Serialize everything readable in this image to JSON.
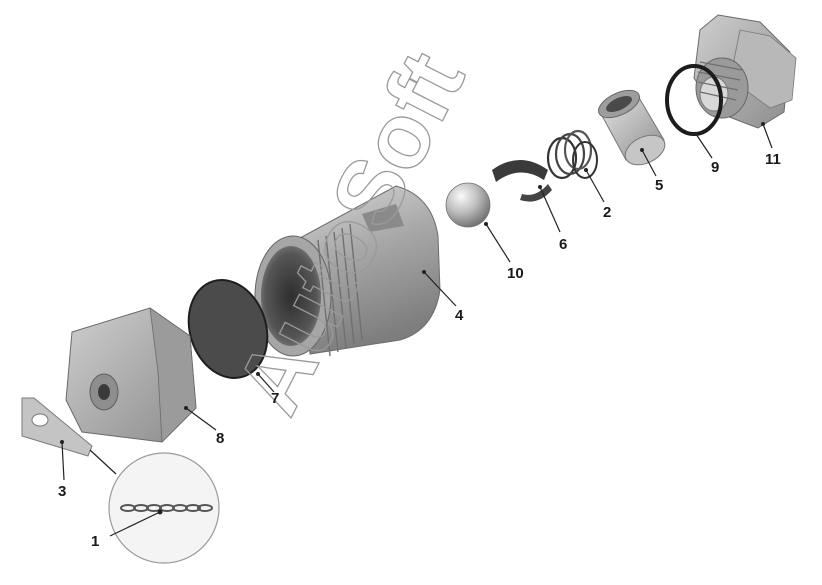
{
  "diagram": {
    "watermark": "AutoSoft",
    "parts": [
      {
        "id": "part-1",
        "label": "1",
        "name": "chain"
      },
      {
        "id": "part-2",
        "label": "2",
        "name": "spring"
      },
      {
        "id": "part-3",
        "label": "3",
        "name": "plate"
      },
      {
        "id": "part-4",
        "label": "4",
        "name": "body"
      },
      {
        "id": "part-5",
        "label": "5",
        "name": "sleeve"
      },
      {
        "id": "part-6",
        "label": "6",
        "name": "retainer"
      },
      {
        "id": "part-7",
        "label": "7",
        "name": "gasket"
      },
      {
        "id": "part-8",
        "label": "8",
        "name": "cap-nut"
      },
      {
        "id": "part-9",
        "label": "9",
        "name": "o-ring"
      },
      {
        "id": "part-10",
        "label": "10",
        "name": "ball"
      },
      {
        "id": "part-11",
        "label": "11",
        "name": "fitting"
      }
    ]
  }
}
